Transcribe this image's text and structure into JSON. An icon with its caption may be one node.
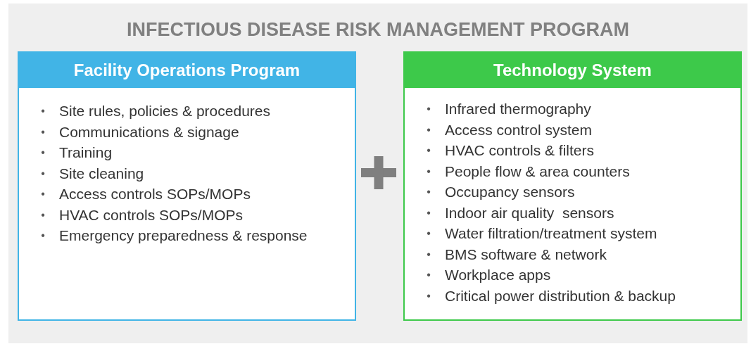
{
  "diagram": {
    "title": "INFECTIOUS DISEASE RISK MANAGEMENT PROGRAM",
    "nodes": [
      {
        "text": [
          "Facility Operations Program",
          "• Site rules, policies & procedures",
          "• Communications & signage",
          "• Training",
          "• Site cleaning",
          "• Access controls SOPs/MOPs",
          "• HVAC controls SOPs/MOPs",
          "• Emergency preparedness & response"
        ]
      },
      {
        "text": [
          "Technology System",
          "• Infrared thermography",
          "• Access control system",
          "• HVAC controls & filters",
          "• People flow & area counters",
          "• Occupancy sensors",
          "• Indoor air quality  sensors",
          "• Water filtration/treatment system",
          "• BMS software & network",
          "• Workplace apps",
          "• Critical power distribution & backup"
        ]
      }
    ]
  }
}
